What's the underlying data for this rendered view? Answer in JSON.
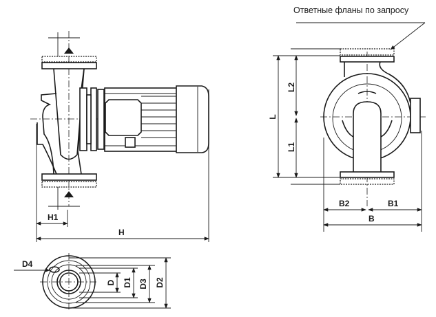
{
  "note": "Ответные фланы по запросу",
  "labels": {
    "h": "H",
    "h1": "H1",
    "l": "L",
    "l1": "L1",
    "l2": "L2",
    "b": "B",
    "b1": "B1",
    "b2": "B2",
    "d": "D",
    "d1": "D1",
    "d2": "D2",
    "d3": "D3",
    "d4": "D4"
  }
}
